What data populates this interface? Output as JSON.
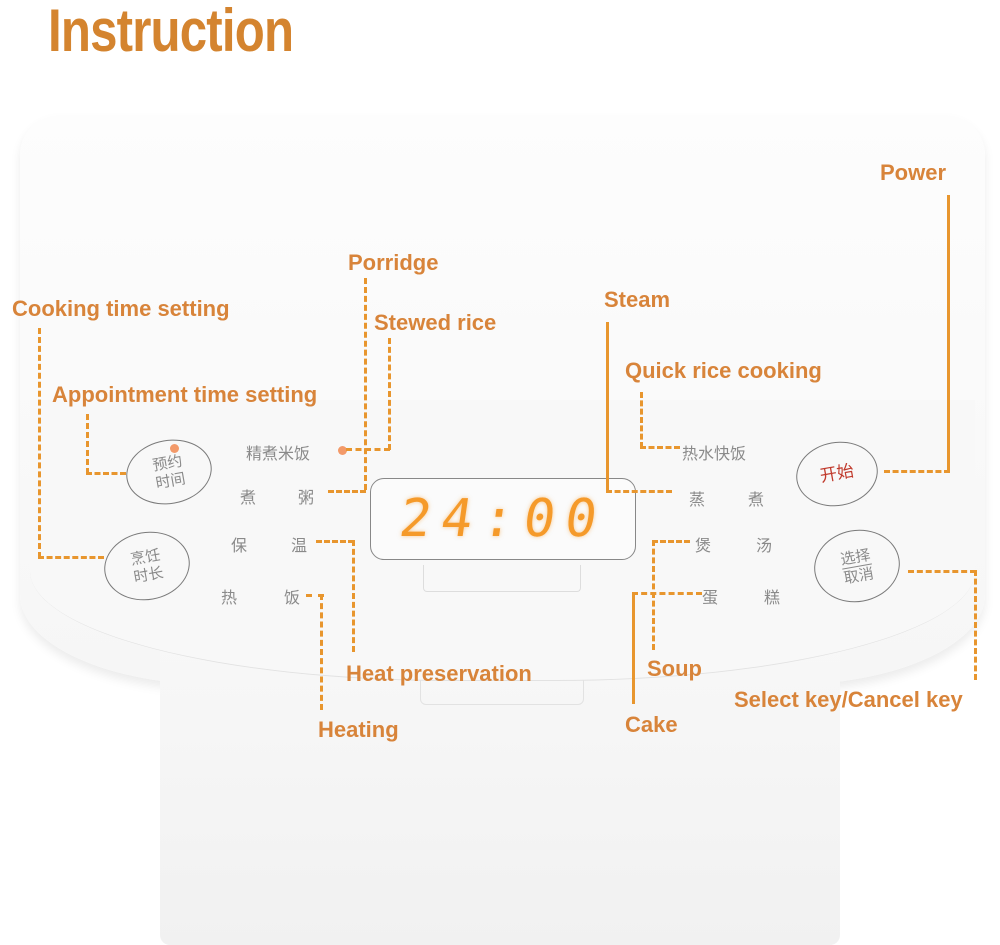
{
  "title": "Instruction",
  "display": {
    "time": "24:00"
  },
  "buttons": {
    "appointment": {
      "line1": "预约",
      "line2": "时间"
    },
    "cooking_time": {
      "line1": "烹饪",
      "line2": "时长"
    },
    "start": {
      "label": "开始"
    },
    "select_cancel": {
      "line1": "选择",
      "line2": "取消"
    }
  },
  "panel_left": {
    "fine_rice": "精煮米饭",
    "row1": [
      "煮",
      "粥"
    ],
    "row2": [
      "保",
      "温"
    ],
    "row3": [
      "热",
      "饭"
    ]
  },
  "panel_right": {
    "quick_rice": "热水快饭",
    "row1": [
      "蒸",
      "煮"
    ],
    "row2": [
      "煲",
      "汤"
    ],
    "row3": [
      "蛋",
      "糕"
    ]
  },
  "callouts": {
    "power": "Power",
    "porridge": "Porridge",
    "cooking_time_setting": "Cooking time setting",
    "stewed_rice": "Stewed rice",
    "steam": "Steam",
    "quick_rice_cooking": "Quick rice cooking",
    "appointment_time_setting": "Appointment time setting",
    "heat_preservation": "Heat preservation",
    "soup": "Soup",
    "select_cancel_key": "Select key/Cancel key",
    "heating": "Heating",
    "cake": "Cake"
  },
  "colors": {
    "accent": "#d8843a",
    "line": "#e8962e",
    "digits": "#f59a2a",
    "start": "#c0392b"
  }
}
